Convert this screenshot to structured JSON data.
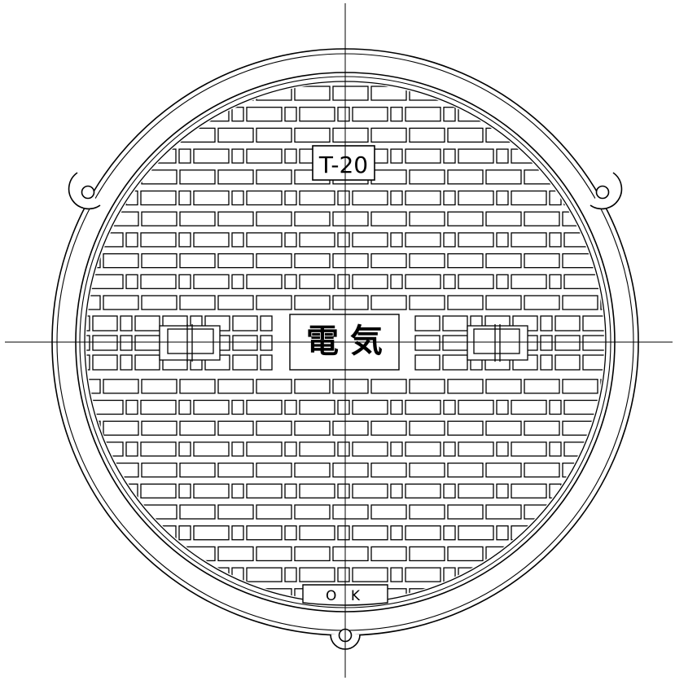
{
  "drawing": {
    "load_class_label": "T-20",
    "usage_label": "電 気",
    "maker_mark": "O K",
    "line_color": "#000000",
    "background_color": "#ffffff"
  }
}
